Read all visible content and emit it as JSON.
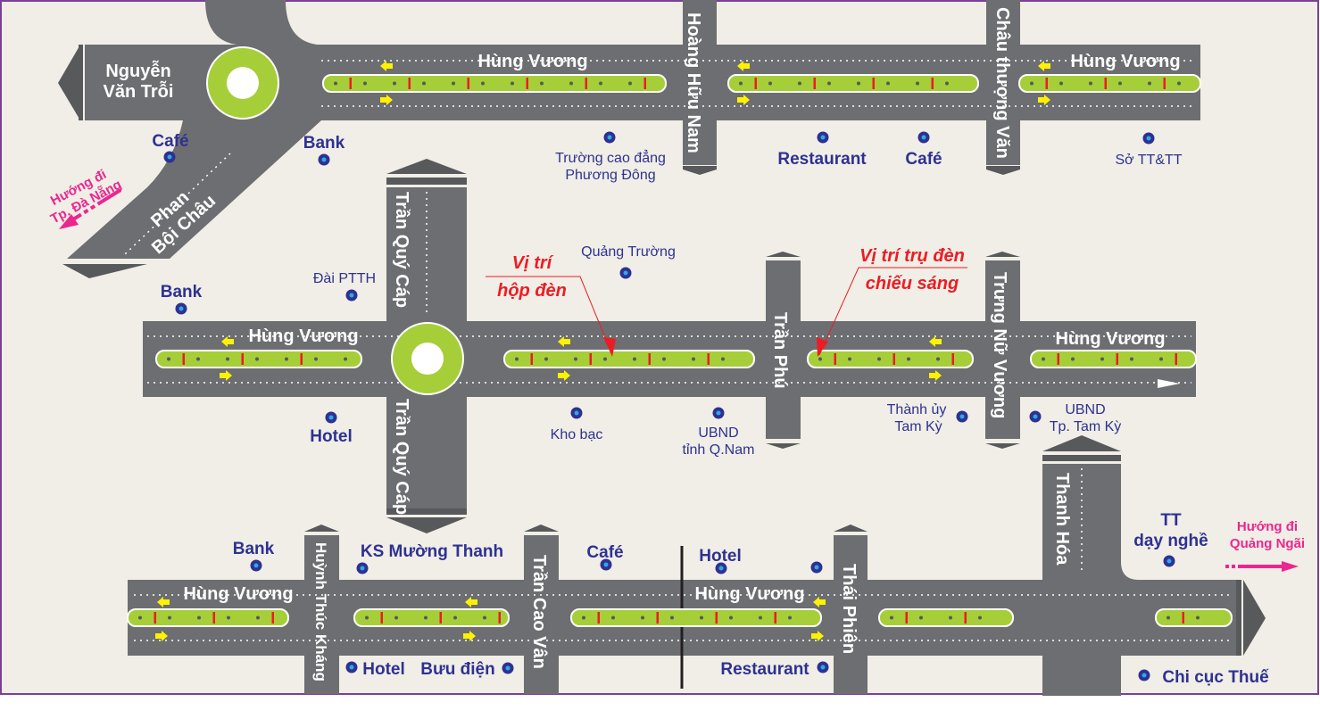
{
  "colors": {
    "background": "#f0eee6",
    "border": "#7b3f98",
    "road": "#6d6e71",
    "median": "#a6ce39",
    "poi": "#2e3192",
    "annotation": "#ed1c24",
    "direction": "#ec268f",
    "arrow": "#fff200"
  },
  "roads": {
    "hung_vuong": "Hùng Vương",
    "nguyen_van_troi": [
      "Nguyễn",
      "Văn Trỗi"
    ],
    "phan_boi_chau": [
      "Phan",
      "Bội Châu"
    ],
    "hoang_huu_nam": "Hoàng Hữu Nam",
    "chau_thuong_van": "Châu thượng Văn",
    "tran_quy_cap": "Trần Quý Cáp",
    "tran_phu": "Trần Phú",
    "trung_nu_vuong": "Trưng Nữ Vương",
    "huynh_thuc_khang": "Huỳnh Thúc Kháng",
    "tran_cao_van": "Trần Cao Vân",
    "thai_phien": "Thái Phiên",
    "thanh_hoa": "Thanh Hóa"
  },
  "poi": {
    "cafe": "Café",
    "bank": "Bank",
    "hotel": "Hotel",
    "restaurant": "Restaurant",
    "truong_cd": [
      "Trường cao đẳng",
      "Phương Đông"
    ],
    "so_tttt": "Sở TT&TT",
    "dai_ptth": "Đài PTTH",
    "quang_truong": "Quảng Trường",
    "kho_bac": "Kho bạc",
    "ubnd_tinh": [
      "UBND",
      "tỉnh Q.Nam"
    ],
    "thanh_uy": [
      "Thành ủy",
      "Tam Kỳ"
    ],
    "ubnd_tp": [
      "UBND",
      "Tp. Tam Kỳ"
    ],
    "ks_muong_thanh": "KS Mường Thanh",
    "buu_dien": "Bưu điện",
    "tt_day_nghe": [
      "TT",
      "dạy nghề"
    ],
    "chi_cuc_thue": "Chi cục Thuế"
  },
  "annotations": {
    "hop_den": [
      "Vị trí",
      "hộp đèn"
    ],
    "tru_den": [
      "Vị trí trụ đèn",
      "chiếu sáng"
    ]
  },
  "directions": {
    "da_nang": [
      "Hướng đi",
      "Tp. Đà Nẵng"
    ],
    "quang_ngai": [
      "Hướng đi",
      "Quảng Ngãi"
    ]
  }
}
